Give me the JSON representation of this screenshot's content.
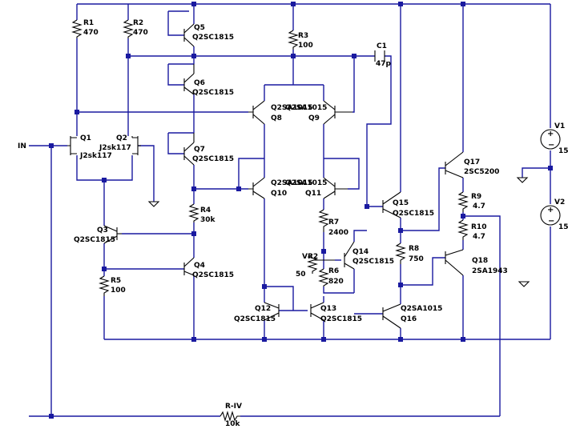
{
  "input": {
    "label": "IN"
  },
  "transistors": [
    {
      "ref": "Q1",
      "part": "J2sk117"
    },
    {
      "ref": "Q2",
      "part": "J2sk117"
    },
    {
      "ref": "Q3",
      "part": "Q2SC1815"
    },
    {
      "ref": "Q4",
      "part": "Q2SC1815"
    },
    {
      "ref": "Q5",
      "part": "Q2SC1815"
    },
    {
      "ref": "Q6",
      "part": "Q2SC1815"
    },
    {
      "ref": "Q7",
      "part": "Q2SC1815"
    },
    {
      "ref": "Q8",
      "part": "Q2SA1015"
    },
    {
      "ref": "Q9",
      "part": "Q2SA1015"
    },
    {
      "ref": "Q10",
      "part": "Q2SA1015"
    },
    {
      "ref": "Q11",
      "part": "Q2SA1015"
    },
    {
      "ref": "Q12",
      "part": "Q2SC1815"
    },
    {
      "ref": "Q13",
      "part": "Q2SC1815"
    },
    {
      "ref": "Q14",
      "part": "Q2SC1815"
    },
    {
      "ref": "Q15",
      "part": "Q2SC1815"
    },
    {
      "ref": "Q16",
      "part": "Q2SA1015"
    },
    {
      "ref": "Q17",
      "part": "2SC5200"
    },
    {
      "ref": "Q18",
      "part": "2SA1943"
    }
  ],
  "resistors": [
    {
      "ref": "R1",
      "value": "470"
    },
    {
      "ref": "R2",
      "value": "470"
    },
    {
      "ref": "R3",
      "value": "100"
    },
    {
      "ref": "R4",
      "value": "30k"
    },
    {
      "ref": "R5",
      "value": "100"
    },
    {
      "ref": "R6",
      "value": "820"
    },
    {
      "ref": "R7",
      "value": "2400"
    },
    {
      "ref": "R8",
      "value": "750"
    },
    {
      "ref": "R9",
      "value": "4.7"
    },
    {
      "ref": "R10",
      "value": "4.7"
    },
    {
      "ref": "R-IV",
      "value": "10k"
    },
    {
      "ref": "VR2",
      "value": "50"
    }
  ],
  "capacitors": [
    {
      "ref": "C1",
      "value": "47p"
    }
  ],
  "sources": [
    {
      "ref": "V1",
      "value": "15"
    },
    {
      "ref": "V2",
      "value": "15"
    }
  ]
}
